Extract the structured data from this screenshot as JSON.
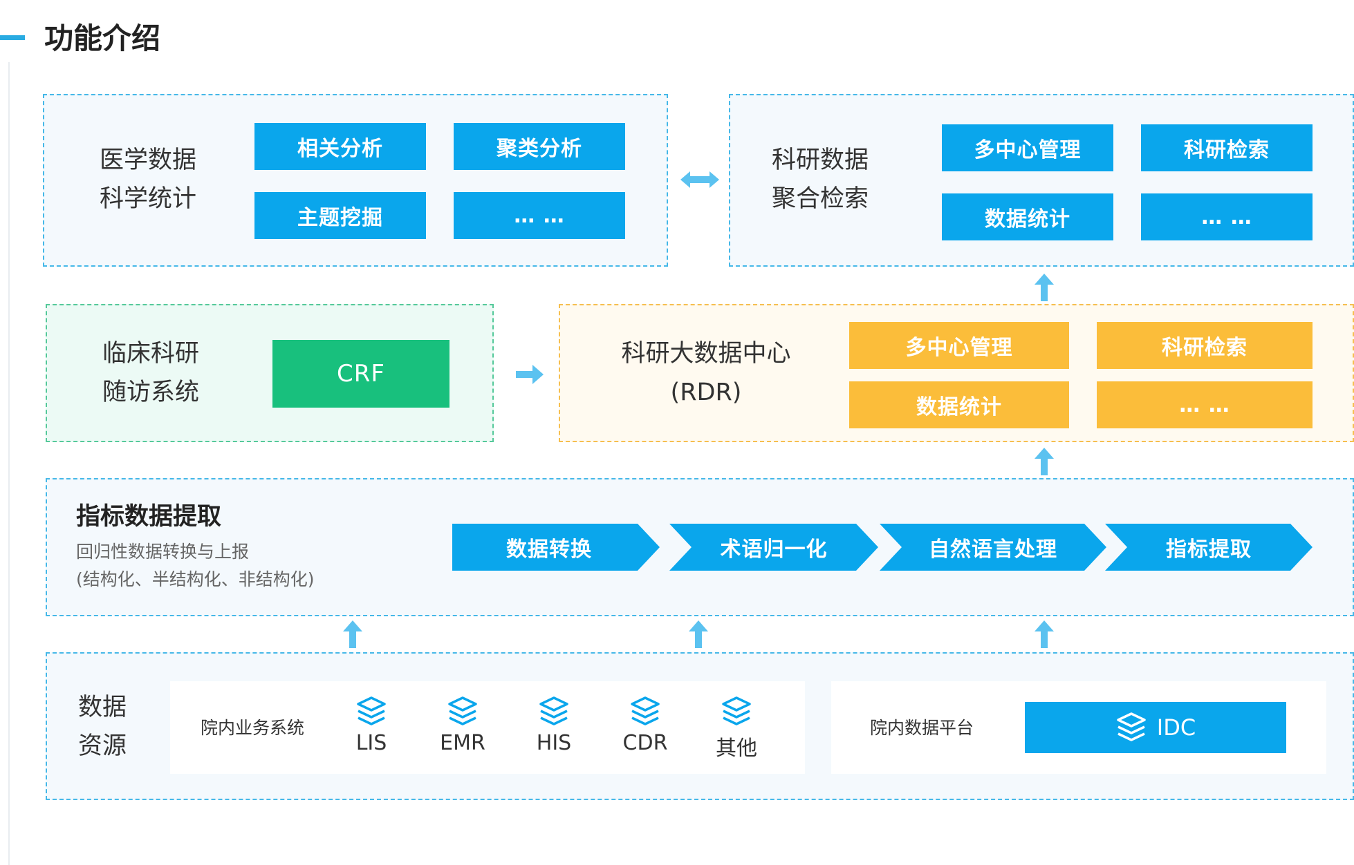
{
  "page": {
    "title": "功能介绍"
  },
  "colors": {
    "accent_blue": "#0aa6ec",
    "accent_orange": "#fbbd3a",
    "accent_green": "#18c07d",
    "arrow": "#5bc2f0"
  },
  "medical_stats": {
    "label_line1": "医学数据",
    "label_line2": "科学统计",
    "buttons": [
      "相关分析",
      "聚类分析",
      "主题挖掘",
      "… …"
    ]
  },
  "research_search": {
    "label_line1": "科研数据",
    "label_line2": "聚合检索",
    "buttons": [
      "多中心管理",
      "科研检索",
      "数据统计",
      "… …"
    ]
  },
  "clinical_followup": {
    "label_line1": "临床科研",
    "label_line2": "随访系统",
    "crf_label": "CRF"
  },
  "rdr_center": {
    "label_line1": "科研大数据中心",
    "label_line2": "(RDR)",
    "buttons": [
      "多中心管理",
      "科研检索",
      "数据统计",
      "… …"
    ]
  },
  "indicator_extraction": {
    "title": "指标数据提取",
    "desc_line1": "回归性数据转换与上报",
    "desc_line2": "(结构化、半结构化、非结构化)",
    "steps": [
      "数据转换",
      "术语归一化",
      "自然语言处理",
      "指标提取"
    ]
  },
  "data_sources": {
    "label_line1": "数据",
    "label_line2": "资源",
    "business_label": "院内业务系统",
    "systems": [
      {
        "name": "LIS",
        "icon": "layers-icon"
      },
      {
        "name": "EMR",
        "icon": "layers-icon"
      },
      {
        "name": "HIS",
        "icon": "layers-icon"
      },
      {
        "name": "CDR",
        "icon": "layers-icon"
      },
      {
        "name": "其他",
        "icon": "layers-icon"
      }
    ],
    "platform_label": "院内数据平台",
    "platform_button": "IDC"
  }
}
